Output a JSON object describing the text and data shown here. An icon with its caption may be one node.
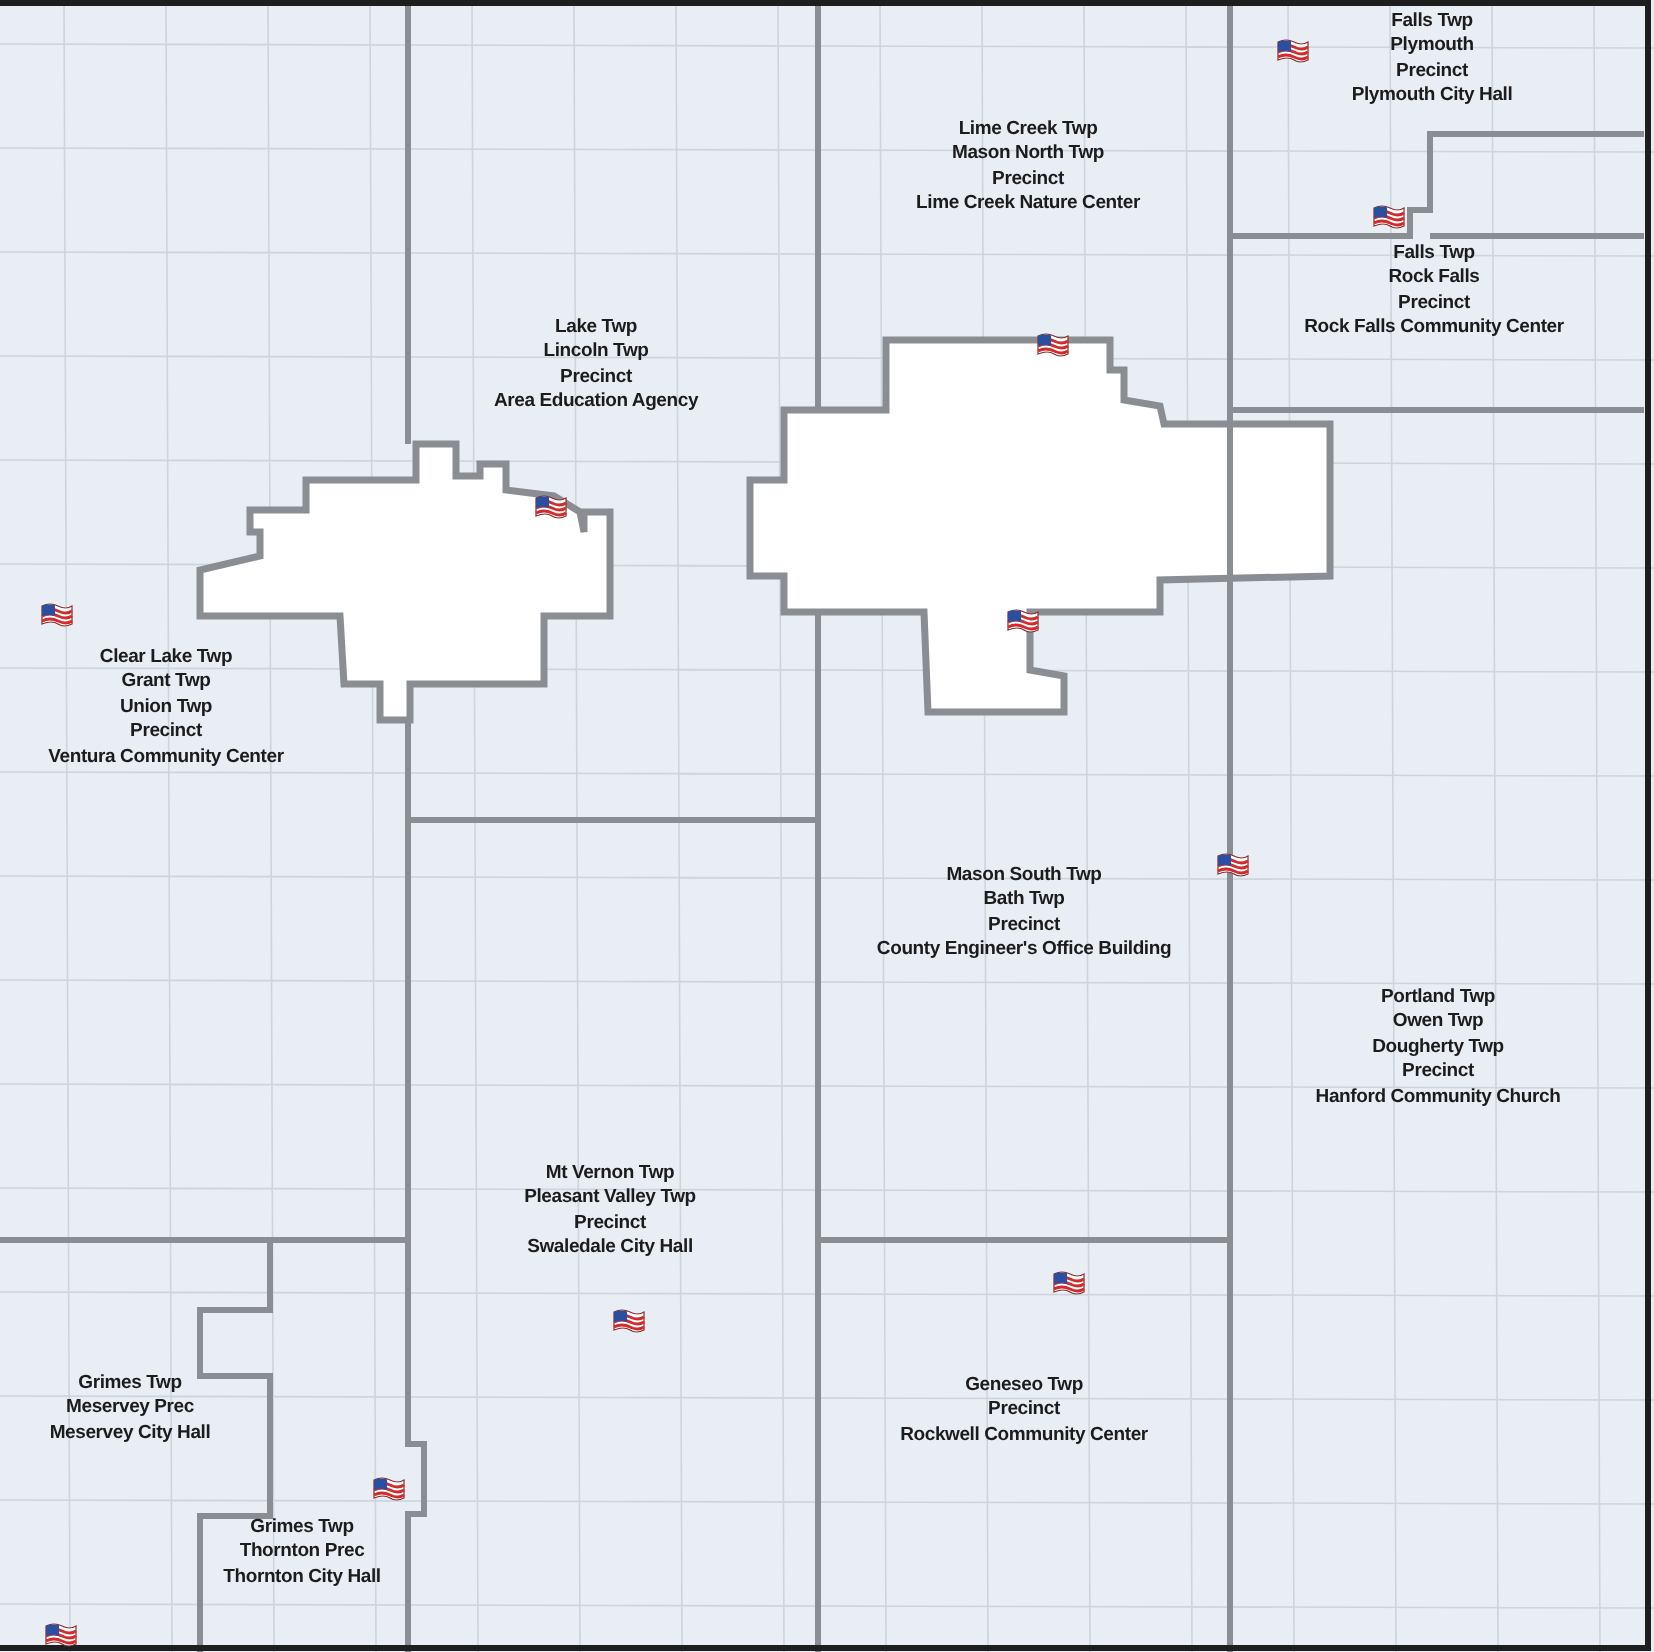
{
  "diagram": {
    "labels": [
      "Falls Twp",
      "Plymouth",
      "Precinct",
      "Plymouth City Hall",
      "Lime Creek Twp",
      "Mason North Twp",
      "Precinct",
      "Lime Creek Nature Center",
      "Falls Twp",
      "Rock Falls",
      "Precinct",
      "Rock Falls Community Center",
      "Lake Twp",
      "Lincoln Twp",
      "Precinct",
      "Area Education Agency",
      "Clear Lake Twp",
      "Grant Twp",
      "Union Twp",
      "Precinct",
      "Ventura Community Center",
      "Mason South Twp",
      "Bath Twp",
      "Precinct",
      "County Engineer's Office Building",
      "Portland Twp",
      "Owen Twp",
      "Dougherty Twp",
      "Precinct",
      "Hanford Community Church",
      "Mt Vernon Twp",
      "Pleasant Valley Twp",
      "Precinct",
      "Swaledale City Hall",
      "Grimes Twp",
      "Meservey Prec",
      "Meservey City Hall",
      "Geneseo Twp",
      "Precinct",
      "Rockwell Community Center",
      "Grimes Twp",
      "Thornton Prec",
      "Thornton City Hall"
    ]
  }
}
